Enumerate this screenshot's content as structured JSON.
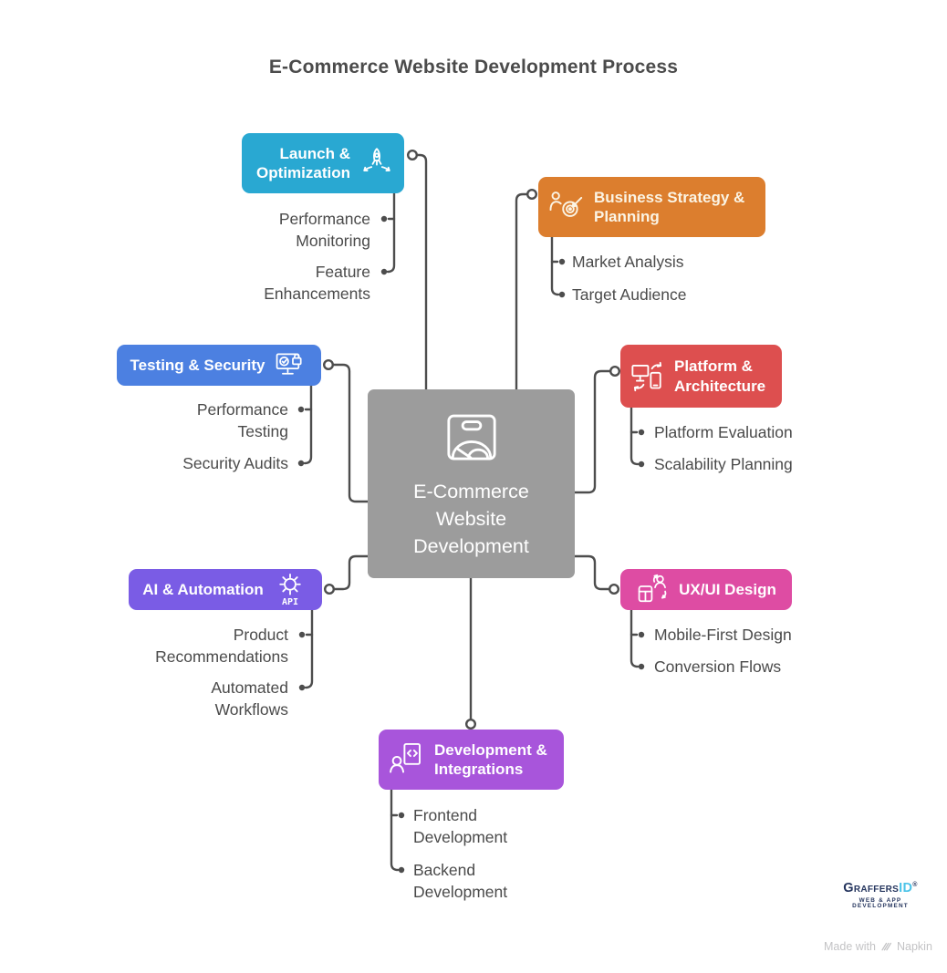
{
  "title": "E-Commerce Website Development Process",
  "connector_color": "#4D4D4D",
  "center": {
    "label": "E-Commerce Website Development",
    "color": "#9C9C9C",
    "icon": "shopping-bag-icon"
  },
  "branches": [
    {
      "label": "Launch & Optimization",
      "color": "#29A8D2",
      "icon": "rocket-launch-icon",
      "children": [
        "Performance Monitoring",
        "Feature Enhancements"
      ]
    },
    {
      "label": "Business Strategy & Planning",
      "color": "#DC7E2E",
      "icon": "target-strategy-icon",
      "children": [
        "Market Analysis",
        "Target Audience"
      ]
    },
    {
      "label": "Testing & Security",
      "color": "#4C80E1",
      "icon": "secure-testing-icon",
      "children": [
        "Performance Testing",
        "Security Audits"
      ]
    },
    {
      "label": "Platform & Architecture",
      "color": "#DD4F4F",
      "icon": "devices-architecture-icon",
      "children": [
        "Platform Evaluation",
        "Scalability Planning"
      ]
    },
    {
      "label": "AI & Automation",
      "color": "#7A5CE5",
      "icon": "api-gear-icon",
      "icon_text": "API",
      "children": [
        "Product Recommendations",
        "Automated Workflows"
      ]
    },
    {
      "label": "UX/UI Design",
      "color": "#DE4CA3",
      "icon": "ux-design-icon",
      "children": [
        "Mobile-First Design",
        "Conversion Flows"
      ]
    },
    {
      "label": "Development & Integrations",
      "color": "#A855DB",
      "icon": "developer-code-icon",
      "children": [
        "Frontend Development",
        "Backend Development"
      ]
    }
  ],
  "footer": {
    "brand_primary": "Graffers",
    "brand_secondary": "ID",
    "brand_registered": "®",
    "brand_tagline": "WEB & APP DEVELOPMENT",
    "made_with": "Made with",
    "napkin": "Napkin"
  }
}
